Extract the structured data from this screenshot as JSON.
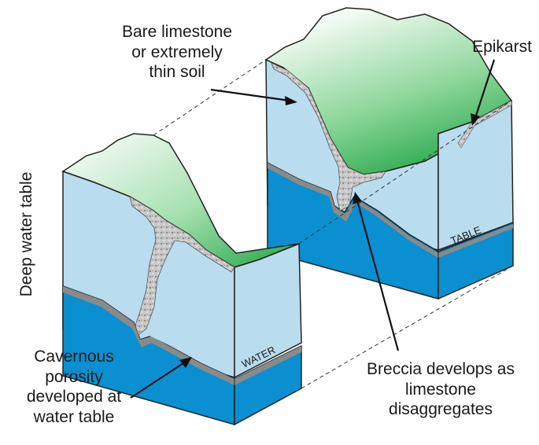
{
  "labels": {
    "bare_limestone": [
      "Bare limestone",
      "or extremely",
      "thin soil"
    ],
    "epikarst": "Epikarst",
    "deep_water_table": "Deep water table",
    "cavernous_porosity": [
      "Cavernous",
      "porosity",
      "developed at",
      "water table"
    ],
    "breccia": [
      "Breccia develops as",
      "limestone",
      "disaggregates"
    ],
    "water": "WATER",
    "table": "TABLE"
  },
  "colors": {
    "limestone": "#b9dcef",
    "water_zone": "#0a8fd0",
    "soil_green": "#2bb24a",
    "breccia": "#c4c4c4",
    "outline": "#222222"
  }
}
